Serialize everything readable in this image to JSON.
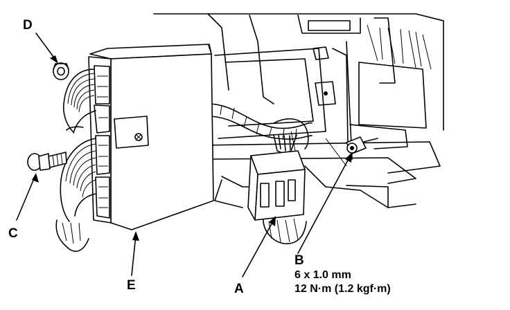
{
  "callouts": {
    "a": "A",
    "b": "B",
    "c": "C",
    "d": "D",
    "e": "E"
  },
  "spec": {
    "size": "6 x 1.0 mm",
    "torque": "12 N·m (1.2 kgf·m)"
  },
  "colors": {
    "ink": "#000000",
    "paper": "#ffffff"
  }
}
